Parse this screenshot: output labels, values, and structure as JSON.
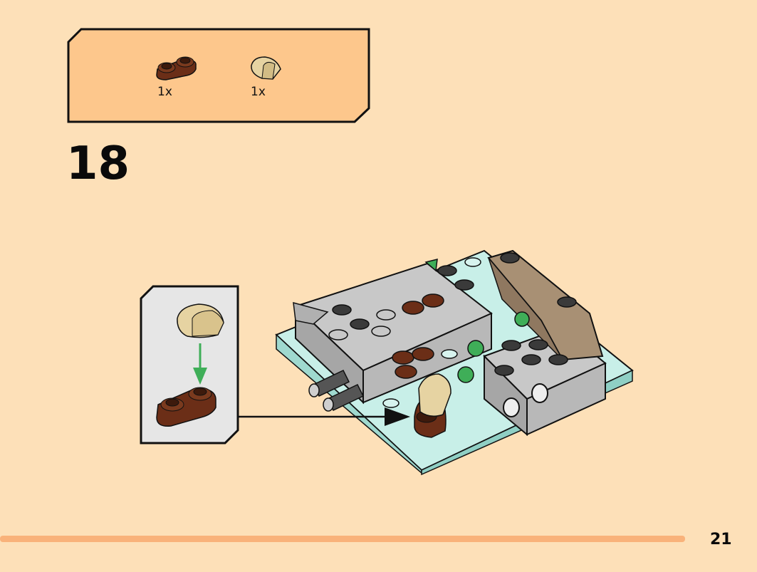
{
  "parts_list": [
    {
      "part": "brown-1x2-round-plate",
      "color": "#6b2e17",
      "quantity": "1x"
    },
    {
      "part": "tan-curved-slope",
      "color": "#e6d3a2",
      "quantity": "1x"
    }
  ],
  "step_number": "18",
  "page_number": "21",
  "colors": {
    "page_background": "#fde0b8",
    "parts_box": "#fdc78c",
    "callout_box": "#e6e6e6",
    "bottom_bar": "#f9b27a",
    "brown": "#6b2e17",
    "tan": "#e6d3a2",
    "gray": "#b3b3b3",
    "trans_light_blue": "#c8efe8",
    "green": "#3fae58",
    "arrow_green": "#3fae58",
    "pointer_arrow": "#111111"
  },
  "icons": {
    "arrow_down": "green-down-arrow",
    "pointer": "black-pointer-arrow"
  }
}
